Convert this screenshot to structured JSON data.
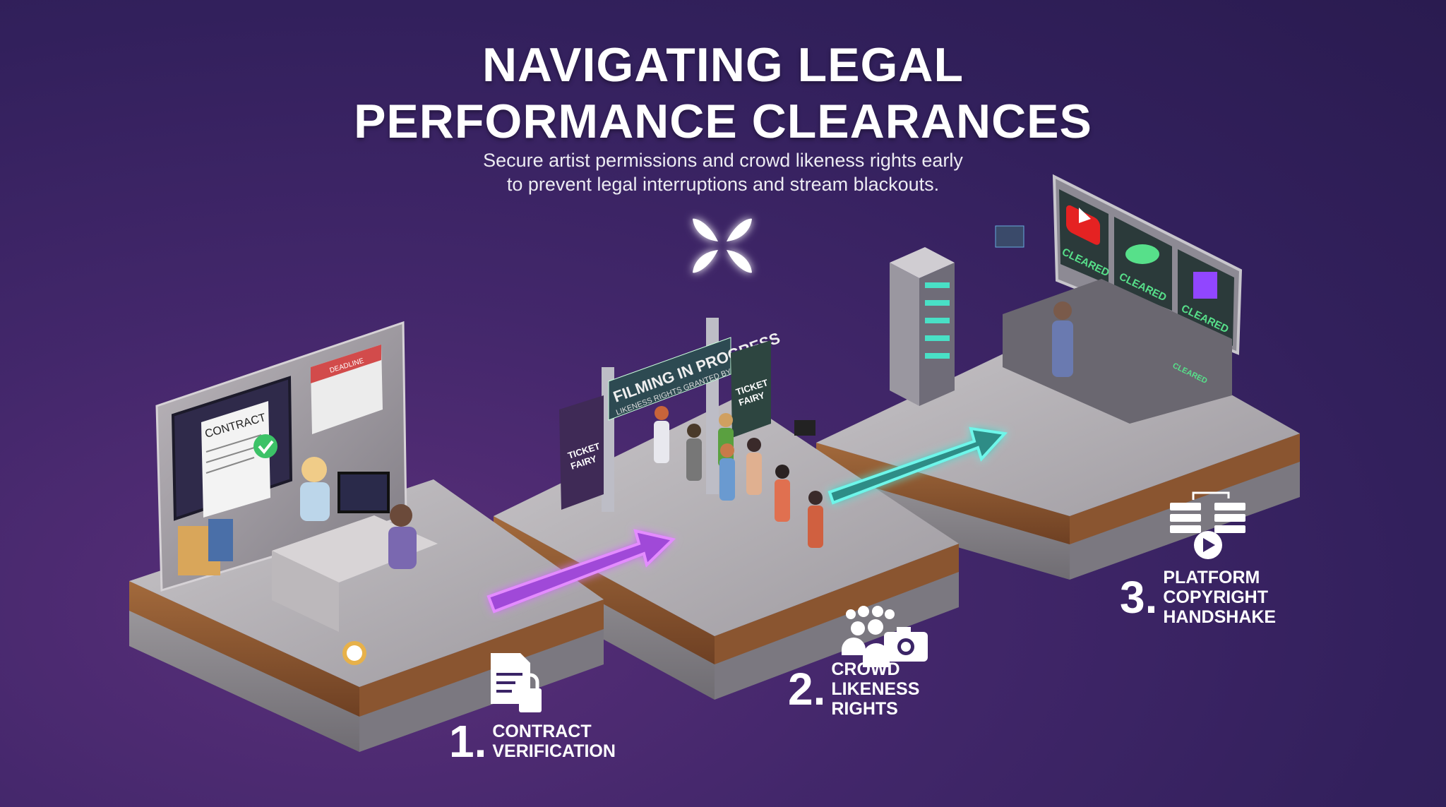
{
  "header": {
    "title_line1": "NAVIGATING LEGAL",
    "title_line2": "PERFORMANCE CLEARANCES",
    "subtitle_line1": "Secure artist permissions and crowd likeness rights early",
    "subtitle_line2": "to prevent legal interruptions and stream blackouts."
  },
  "logo": {
    "icon": "ticket-fairy-logo"
  },
  "colors": {
    "background": "#3a2262",
    "pink_arrow": "#d86cff",
    "cyan_arrow": "#5ef0e0",
    "cleared_green": "#57e08a"
  },
  "scene": {
    "contract_card": "CONTRACT",
    "calendar_label": "DEADLINE",
    "banner_title": "FILMING IN PROGRESS",
    "banner_subtitle": "LIKENESS RIGHTS GRANTED BY ENTRY",
    "ticket_fairy_left": [
      "TICKET",
      "FAIRY"
    ],
    "ticket_fairy_right": [
      "TICKET",
      "FAIRY"
    ],
    "cleared_labels": [
      "CLEARED",
      "CLEARED",
      "CLEARED",
      "CLEARED"
    ],
    "platform_icons": [
      "youtube-icon",
      "handshake-icon",
      "twitch-icon"
    ]
  },
  "steps": [
    {
      "number": "1.",
      "line1": "CONTRACT",
      "line2": "VERIFICATION",
      "icon": "document-lock-icon"
    },
    {
      "number": "2.",
      "line1": "CROWD",
      "line2": "LIKENESS",
      "line3": "RIGHTS",
      "icon": "crowd-camera-icon"
    },
    {
      "number": "3.",
      "line1": "PLATFORM",
      "line2": "COPYRIGHT",
      "line3": "HANDSHAKE",
      "icon": "server-play-icon"
    }
  ]
}
